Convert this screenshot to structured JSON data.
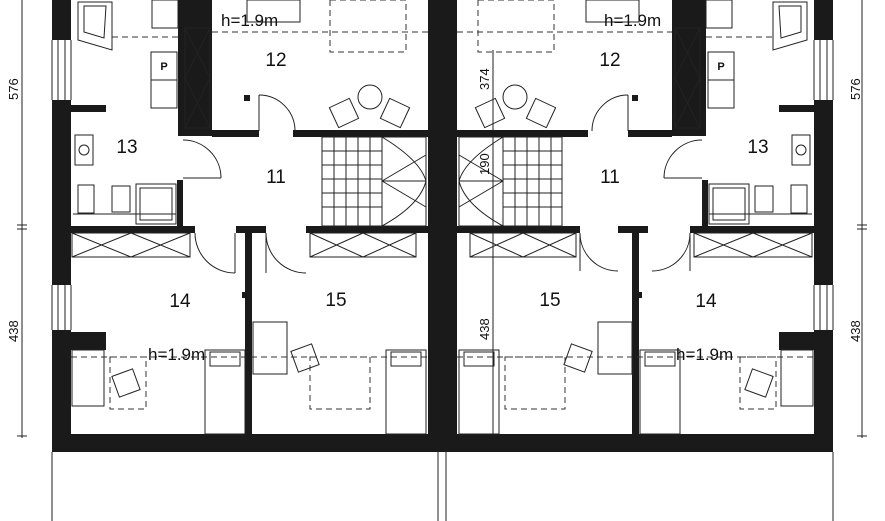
{
  "rooms": {
    "r12_left": "12",
    "r12_right": "12",
    "r13_left": "13",
    "r13_right": "13",
    "r11_left": "11",
    "r11_right": "11",
    "r14_left": "14",
    "r14_right": "14",
    "r15_left": "15",
    "r15_right": "15"
  },
  "heights": {
    "h_top_left": "h=1.9m",
    "h_top_right": "h=1.9m",
    "h_bottom_left": "h=1.9m",
    "h_bottom_right": "h=1.9m"
  },
  "dimensions": {
    "left_upper": "576",
    "left_lower": "438",
    "right_upper": "576",
    "right_lower": "438",
    "center_374": "374",
    "center_190": "190",
    "center_438": "438"
  },
  "fixtures": {
    "p_left": "P",
    "p_right": "P"
  },
  "colors": {
    "wall": "#1a1a1a",
    "background": "#ffffff",
    "line": "#222222"
  }
}
